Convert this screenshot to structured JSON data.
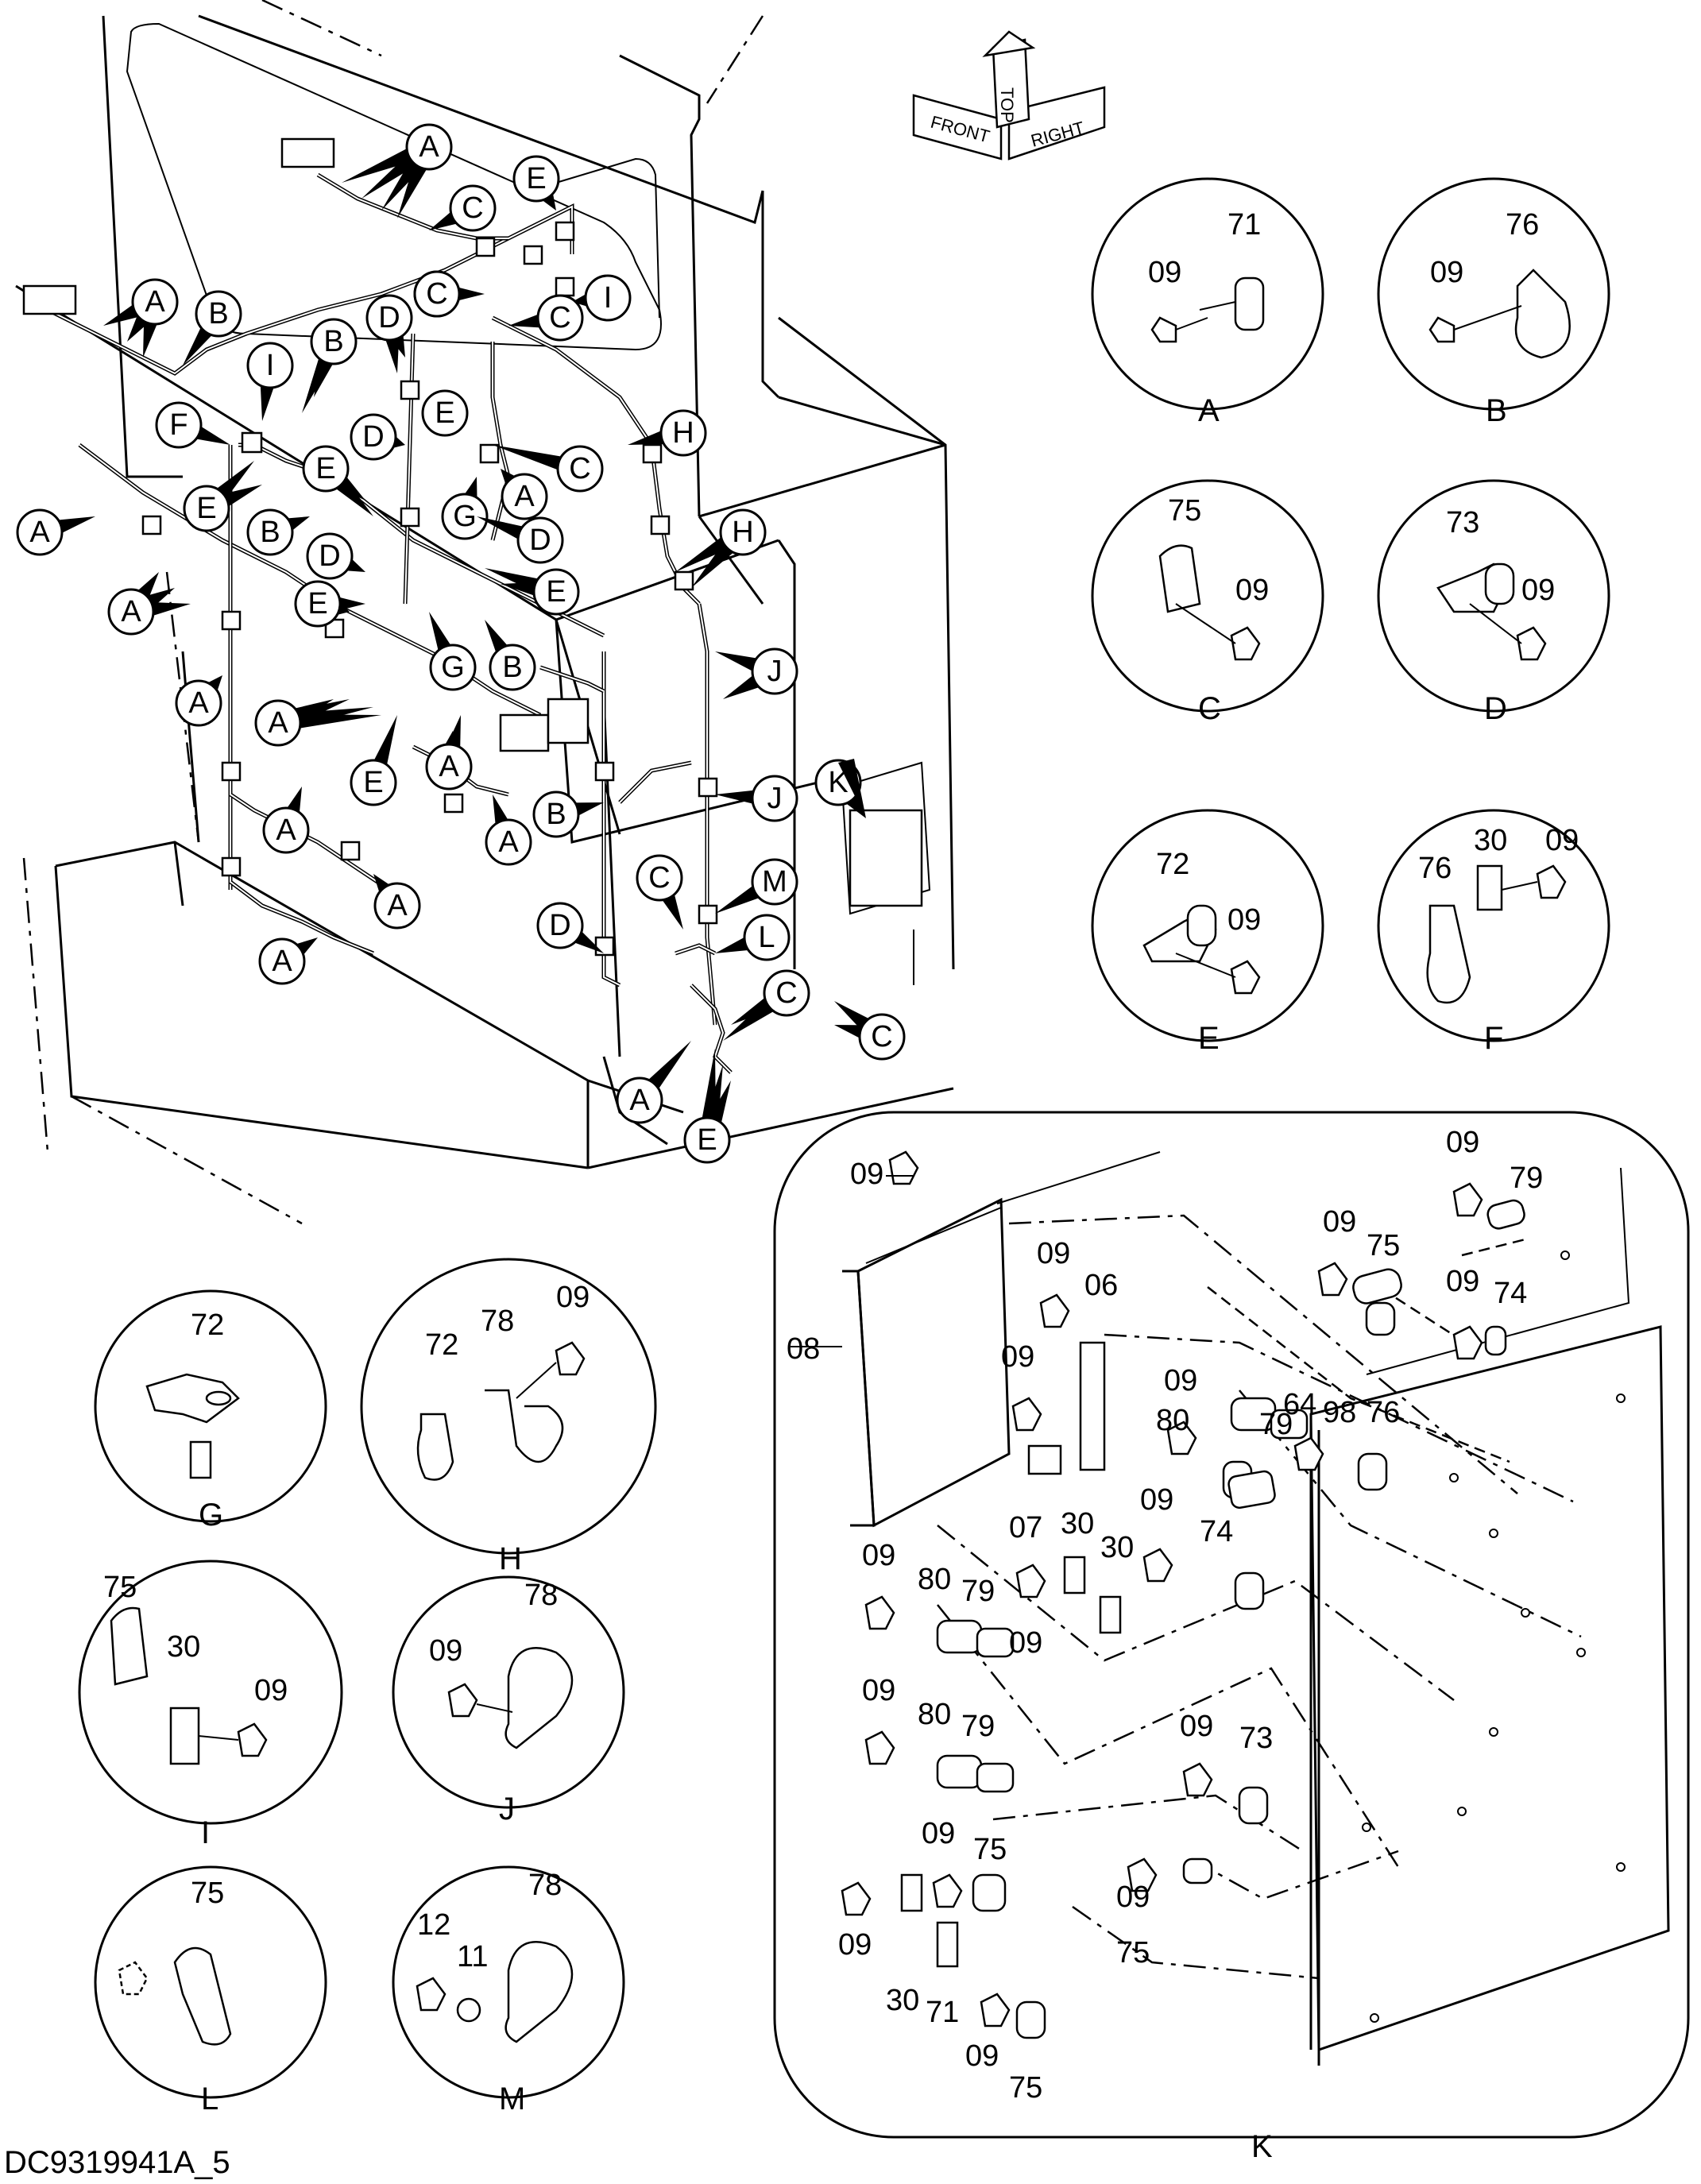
{
  "orientation": {
    "front": "FRONT",
    "top": "TOP",
    "right": "RIGHT"
  },
  "diagram_code": "DC9319941A_5",
  "detail_views": [
    {
      "letter": "A",
      "parts": [
        "09",
        "71"
      ]
    },
    {
      "letter": "B",
      "parts": [
        "09",
        "76"
      ]
    },
    {
      "letter": "C",
      "parts": [
        "75",
        "09"
      ]
    },
    {
      "letter": "D",
      "parts": [
        "73",
        "09"
      ]
    },
    {
      "letter": "E",
      "parts": [
        "72",
        "09"
      ]
    },
    {
      "letter": "F",
      "parts": [
        "30",
        "09",
        "76"
      ]
    },
    {
      "letter": "G",
      "parts": [
        "72"
      ]
    },
    {
      "letter": "H",
      "parts": [
        "09",
        "72",
        "78"
      ]
    },
    {
      "letter": "I",
      "parts": [
        "75",
        "30",
        "09"
      ]
    },
    {
      "letter": "J",
      "parts": [
        "78",
        "09"
      ]
    },
    {
      "letter": "L",
      "parts": [
        "75"
      ]
    },
    {
      "letter": "M",
      "parts": [
        "78",
        "12",
        "11"
      ]
    }
  ],
  "panel_k": {
    "letter": "K",
    "parts": [
      "09",
      "08",
      "06",
      "07",
      "30",
      "64",
      "98",
      "76",
      "75",
      "74",
      "73",
      "79",
      "80",
      "71"
    ]
  },
  "callouts": [
    "A",
    "B",
    "C",
    "D",
    "E",
    "F",
    "G",
    "H",
    "I",
    "J",
    "K",
    "L",
    "M"
  ]
}
